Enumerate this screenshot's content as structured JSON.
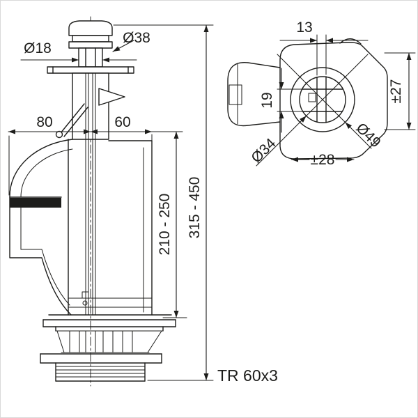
{
  "drawing": {
    "colors": {
      "line": "#1d1d1b",
      "seal": "#1d1d1b",
      "background": "#ffffff"
    },
    "front_view": {
      "dim_cap_diameter": "Ø38",
      "dim_neck_diameter": "Ø18",
      "dim_offset_left": "80",
      "dim_offset_right": "60",
      "dim_height_adjust": "210 - 250",
      "dim_height_total": "315 - 450",
      "dim_thread": "TR 60x3"
    },
    "top_view": {
      "dim_slot_width": "13",
      "dim_slot_height": "19",
      "dim_vertical_tolerance": "±27",
      "dim_inner_diameter": "Ø34",
      "dim_outer_diameter": "Ø49",
      "dim_horizontal_tolerance": "±28"
    }
  }
}
